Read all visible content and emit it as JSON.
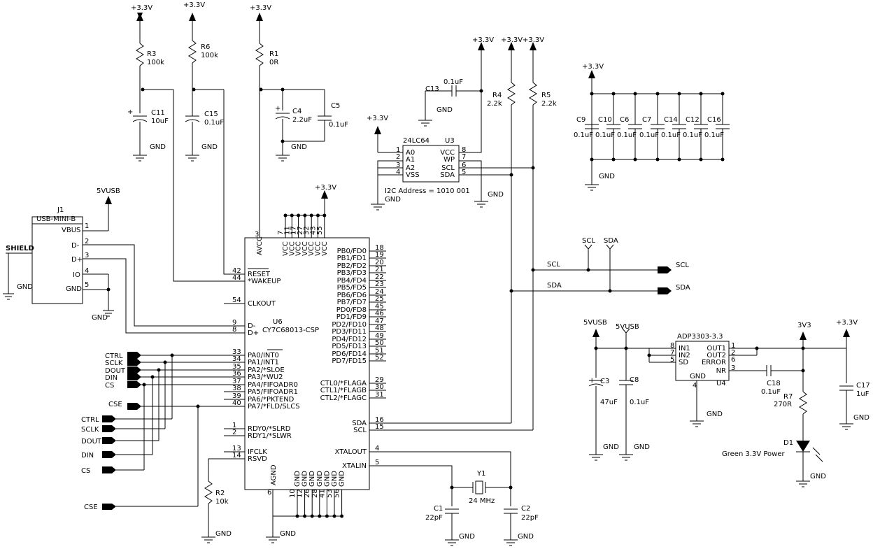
{
  "power": {
    "p33": "+3.3V",
    "usb5v": "5VUSB",
    "v33": "3V3",
    "gnd": "GND"
  },
  "resistors": {
    "r3": {
      "ref": "R3",
      "value": "100k"
    },
    "r6": {
      "ref": "R6",
      "value": "100k"
    },
    "r1": {
      "ref": "R1",
      "value": "0R"
    },
    "r4": {
      "ref": "R4",
      "value": "2.2k"
    },
    "r5": {
      "ref": "R5",
      "value": "2.2k"
    },
    "r2": {
      "ref": "R2",
      "value": "10k"
    },
    "r7": {
      "ref": "R7",
      "value": "270R"
    }
  },
  "caps": {
    "c11": {
      "ref": "C11",
      "value": "10uF"
    },
    "c15": {
      "ref": "C15",
      "value": "0.1uF"
    },
    "c4": {
      "ref": "C4",
      "value": "2.2uF"
    },
    "c5": {
      "ref": "C5",
      "value": "0.1uF"
    },
    "c13": {
      "ref": "C13",
      "value": "0.1uF"
    },
    "c3": {
      "ref": "C3",
      "value": "47uF"
    },
    "c8": {
      "ref": "C8",
      "value": "0.1uF"
    },
    "c18": {
      "ref": "C18",
      "value": "0.1uF"
    },
    "c17": {
      "ref": "C17",
      "value": "1uF"
    },
    "c1": {
      "ref": "C1",
      "value": "22pF"
    },
    "c2": {
      "ref": "C2",
      "value": "22pF"
    }
  },
  "bank": {
    "refs": [
      "C9",
      "C10",
      "C6",
      "C7",
      "C14",
      "C12",
      "C16"
    ],
    "value": "0.1uF"
  },
  "j1": {
    "ref": "J1",
    "part": "USB-MINI-B",
    "shield": "SHIELD",
    "pins": [
      {
        "num": "1",
        "name": "VBUS"
      },
      {
        "num": "2",
        "name": "D-"
      },
      {
        "num": "3",
        "name": "D+"
      },
      {
        "num": "4",
        "name": "IO"
      },
      {
        "num": "5",
        "name": "GND"
      }
    ]
  },
  "u3": {
    "ref": "U3",
    "part": "24LC64",
    "note": "I2C Address = 1010 001",
    "left_pins": [
      {
        "num": "1",
        "name": "A0"
      },
      {
        "num": "2",
        "name": "A1"
      },
      {
        "num": "3",
        "name": "A2"
      },
      {
        "num": "4",
        "name": "VSS"
      }
    ],
    "right_pins": [
      {
        "num": "8",
        "name": "VCC"
      },
      {
        "num": "7",
        "name": "WP"
      },
      {
        "num": "6",
        "name": "SCL"
      },
      {
        "num": "5",
        "name": "SDA"
      }
    ]
  },
  "u6": {
    "ref": "U6",
    "part": "CY7C68013-CSP",
    "avcc": {
      "num": "3",
      "name": "AVCC"
    },
    "vcc_pins": [
      "7",
      "11",
      "17",
      "27",
      "32",
      "43",
      "55"
    ],
    "vcc_name": "VCC",
    "agnd": {
      "num": "6",
      "name": "AGND"
    },
    "gnd_pins": [
      "10",
      "12",
      "26",
      "28",
      "41",
      "53",
      "56"
    ],
    "gnd_name": "GND",
    "left_pins": [
      {
        "num": "42",
        "name": "RESET"
      },
      {
        "num": "44",
        "name": "*WAKEUP"
      },
      {
        "num": "54",
        "name": "CLKOUT"
      },
      {
        "num": "9",
        "name": "D-"
      },
      {
        "num": "8",
        "name": "D+"
      },
      {
        "num": "33",
        "name": "PA0/INT0"
      },
      {
        "num": "34",
        "name": "PA1/INT1"
      },
      {
        "num": "35",
        "name": "PA2/*SLOE"
      },
      {
        "num": "36",
        "name": "PA3/*WU2"
      },
      {
        "num": "37",
        "name": "PA4/FIFOADR0"
      },
      {
        "num": "38",
        "name": "PA5/FIFOADR1"
      },
      {
        "num": "39",
        "name": "PA6/*PKTEND"
      },
      {
        "num": "40",
        "name": "PA7/*FLD/SLCS"
      },
      {
        "num": "1",
        "name": "RDY0/*SLRD"
      },
      {
        "num": "2",
        "name": "RDY1/*SLWR"
      },
      {
        "num": "13",
        "name": "IFCLK"
      },
      {
        "num": "14",
        "name": "RSVD"
      }
    ],
    "right_pins": [
      {
        "num": "18",
        "name": "PB0/FD0"
      },
      {
        "num": "19",
        "name": "PB1/FD1"
      },
      {
        "num": "20",
        "name": "PB2/FD2"
      },
      {
        "num": "21",
        "name": "PB3/FD3"
      },
      {
        "num": "22",
        "name": "PB4/FD4"
      },
      {
        "num": "23",
        "name": "PB5/FD5"
      },
      {
        "num": "24",
        "name": "PB6/FD6"
      },
      {
        "num": "25",
        "name": "PB7/FD7"
      },
      {
        "num": "45",
        "name": "PD0/FD8"
      },
      {
        "num": "46",
        "name": "PD1/FD9"
      },
      {
        "num": "47",
        "name": "PD2/FD10"
      },
      {
        "num": "48",
        "name": "PD3/FD11"
      },
      {
        "num": "49",
        "name": "PD4/FD12"
      },
      {
        "num": "50",
        "name": "PD5/FD13"
      },
      {
        "num": "51",
        "name": "PD6/FD14"
      },
      {
        "num": "52",
        "name": "PD7/FD15"
      },
      {
        "num": "29",
        "name": "CTL0/*FLAGA"
      },
      {
        "num": "30",
        "name": "CTL1/*FLAGB"
      },
      {
        "num": "31",
        "name": "CTL2/*FLAGC"
      },
      {
        "num": "16",
        "name": "SDA"
      },
      {
        "num": "15",
        "name": "SCL"
      },
      {
        "num": "4",
        "name": "XTALOUT"
      },
      {
        "num": "5",
        "name": "XTALIN"
      }
    ]
  },
  "u4": {
    "ref": "U4",
    "part": "ADP3303-3.3",
    "left_pins": [
      {
        "num": "8",
        "name": "IN1"
      },
      {
        "num": "7",
        "name": "IN2"
      },
      {
        "num": "5",
        "name": "SD"
      }
    ],
    "right_pins": [
      {
        "num": "1",
        "name": "OUT1"
      },
      {
        "num": "2",
        "name": "OUT2"
      },
      {
        "num": "6",
        "name": "ERROR"
      },
      {
        "num": "3",
        "name": "NR"
      }
    ],
    "gnd": {
      "num": "4",
      "name": "GND"
    }
  },
  "y1": {
    "ref": "Y1",
    "value": "24 MHz"
  },
  "d1": {
    "ref": "D1",
    "value": "Green 3.3V Power"
  },
  "bus_ports": [
    "CTRL",
    "SCLK",
    "DOUT",
    "DIN",
    "CS"
  ],
  "cse": "CSE",
  "i2c_ports": [
    "SCL",
    "SDA"
  ]
}
